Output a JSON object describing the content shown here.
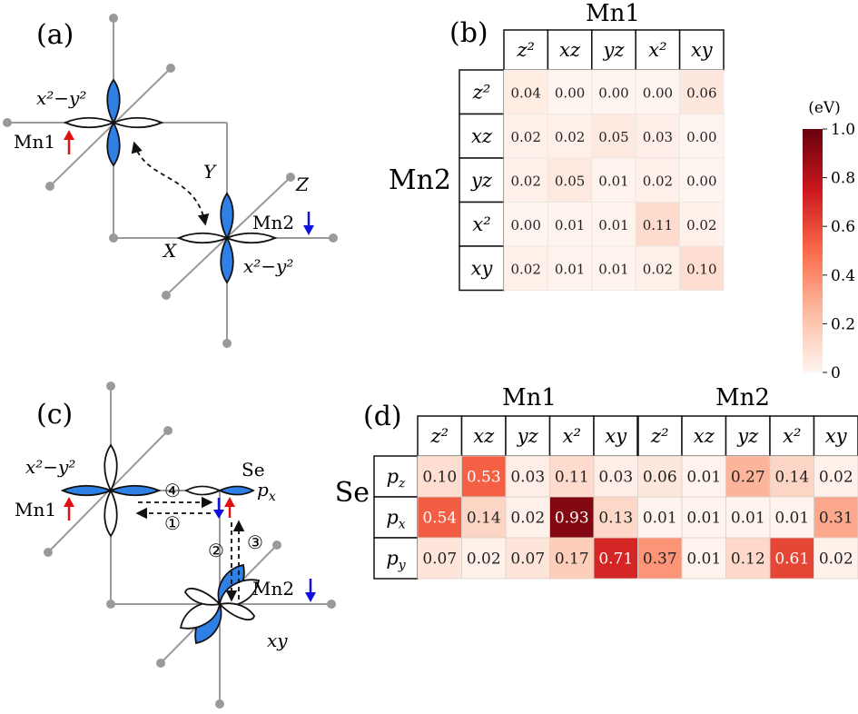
{
  "panels": {
    "a": {
      "label": "(a)",
      "orb1": "x²−y²",
      "orb2": "x²−y²",
      "mn1": "Mn1",
      "mn2": "Mn2",
      "axis_x": "X",
      "axis_y": "Y",
      "axis_z": "Z"
    },
    "b": {
      "label": "(b)",
      "col_group": "Mn1",
      "row_group": "Mn2"
    },
    "c": {
      "label": "(c)",
      "orb1": "x²−y²",
      "orb2": "xy",
      "mn1": "Mn1",
      "mn2": "Mn2",
      "se": "Se",
      "px": "p",
      "px_sub": "x",
      "steps": [
        "①",
        "②",
        "③",
        "④"
      ]
    },
    "d": {
      "label": "(d)",
      "groups": [
        "Mn1",
        "Mn2"
      ],
      "row_group": "Se"
    }
  },
  "colors": {
    "spin_up": "#e01010",
    "spin_down": "#1010e0",
    "lobe_blue": "#2f80e6",
    "axis_gray": "#9a9a9a"
  },
  "colorbar": {
    "unit": "(eV)",
    "ticks": [
      "0",
      "0.2",
      "0.4",
      "0.6",
      "0.8",
      "1.0"
    ],
    "min": 0,
    "max": 1
  },
  "chart_data": [
    {
      "type": "heatmap",
      "panel": "b",
      "columns": [
        "z²",
        "xz",
        "yz",
        "x²",
        "xy"
      ],
      "rows": [
        "z²",
        "xz",
        "yz",
        "x²",
        "xy"
      ],
      "values": [
        [
          0.04,
          0.0,
          0.0,
          0.0,
          0.06
        ],
        [
          0.02,
          0.02,
          0.05,
          0.03,
          0.0
        ],
        [
          0.02,
          0.05,
          0.01,
          0.02,
          0.0
        ],
        [
          0.0,
          0.01,
          0.01,
          0.11,
          0.02
        ],
        [
          0.02,
          0.01,
          0.01,
          0.02,
          0.1
        ]
      ],
      "labels": [
        [
          "0.04",
          "0.00",
          "0.00",
          "0.00",
          "0.06"
        ],
        [
          "0.02",
          "0.02",
          "0.05",
          "0.03",
          "0.00"
        ],
        [
          "0.02",
          "0.05",
          "0.01",
          "0.02",
          "0.00"
        ],
        [
          "0.00",
          "0.01",
          "0.01",
          "0.11",
          "0.02"
        ],
        [
          "0.02",
          "0.01",
          "0.01",
          "0.02",
          "0.10"
        ]
      ]
    },
    {
      "type": "heatmap",
      "panel": "d",
      "columns": [
        "z²",
        "xz",
        "yz",
        "x²",
        "xy",
        "z²",
        "xz",
        "yz",
        "x²",
        "xy"
      ],
      "rows": [
        "p_z",
        "p_x",
        "p_y"
      ],
      "values": [
        [
          0.1,
          0.53,
          0.03,
          0.11,
          0.03,
          0.06,
          0.01,
          0.27,
          0.14,
          0.02
        ],
        [
          0.54,
          0.14,
          0.02,
          0.93,
          0.13,
          0.01,
          0.01,
          0.01,
          0.01,
          0.31
        ],
        [
          0.07,
          0.02,
          0.07,
          0.17,
          0.71,
          0.37,
          0.01,
          0.12,
          0.61,
          0.02
        ]
      ],
      "labels": [
        [
          "0.10",
          "0.53",
          "0.03",
          "0.11",
          "0.03",
          "0.06",
          "0.01",
          "0.27",
          "0.14",
          "0.02"
        ],
        [
          "0.54",
          "0.14",
          "0.02",
          "0.93",
          "0.13",
          "0.01",
          "0.01",
          "0.01",
          "0.01",
          "0.31"
        ],
        [
          "0.07",
          "0.02",
          "0.07",
          "0.17",
          "0.71",
          "0.37",
          "0.01",
          "0.12",
          "0.61",
          "0.02"
        ]
      ]
    }
  ]
}
